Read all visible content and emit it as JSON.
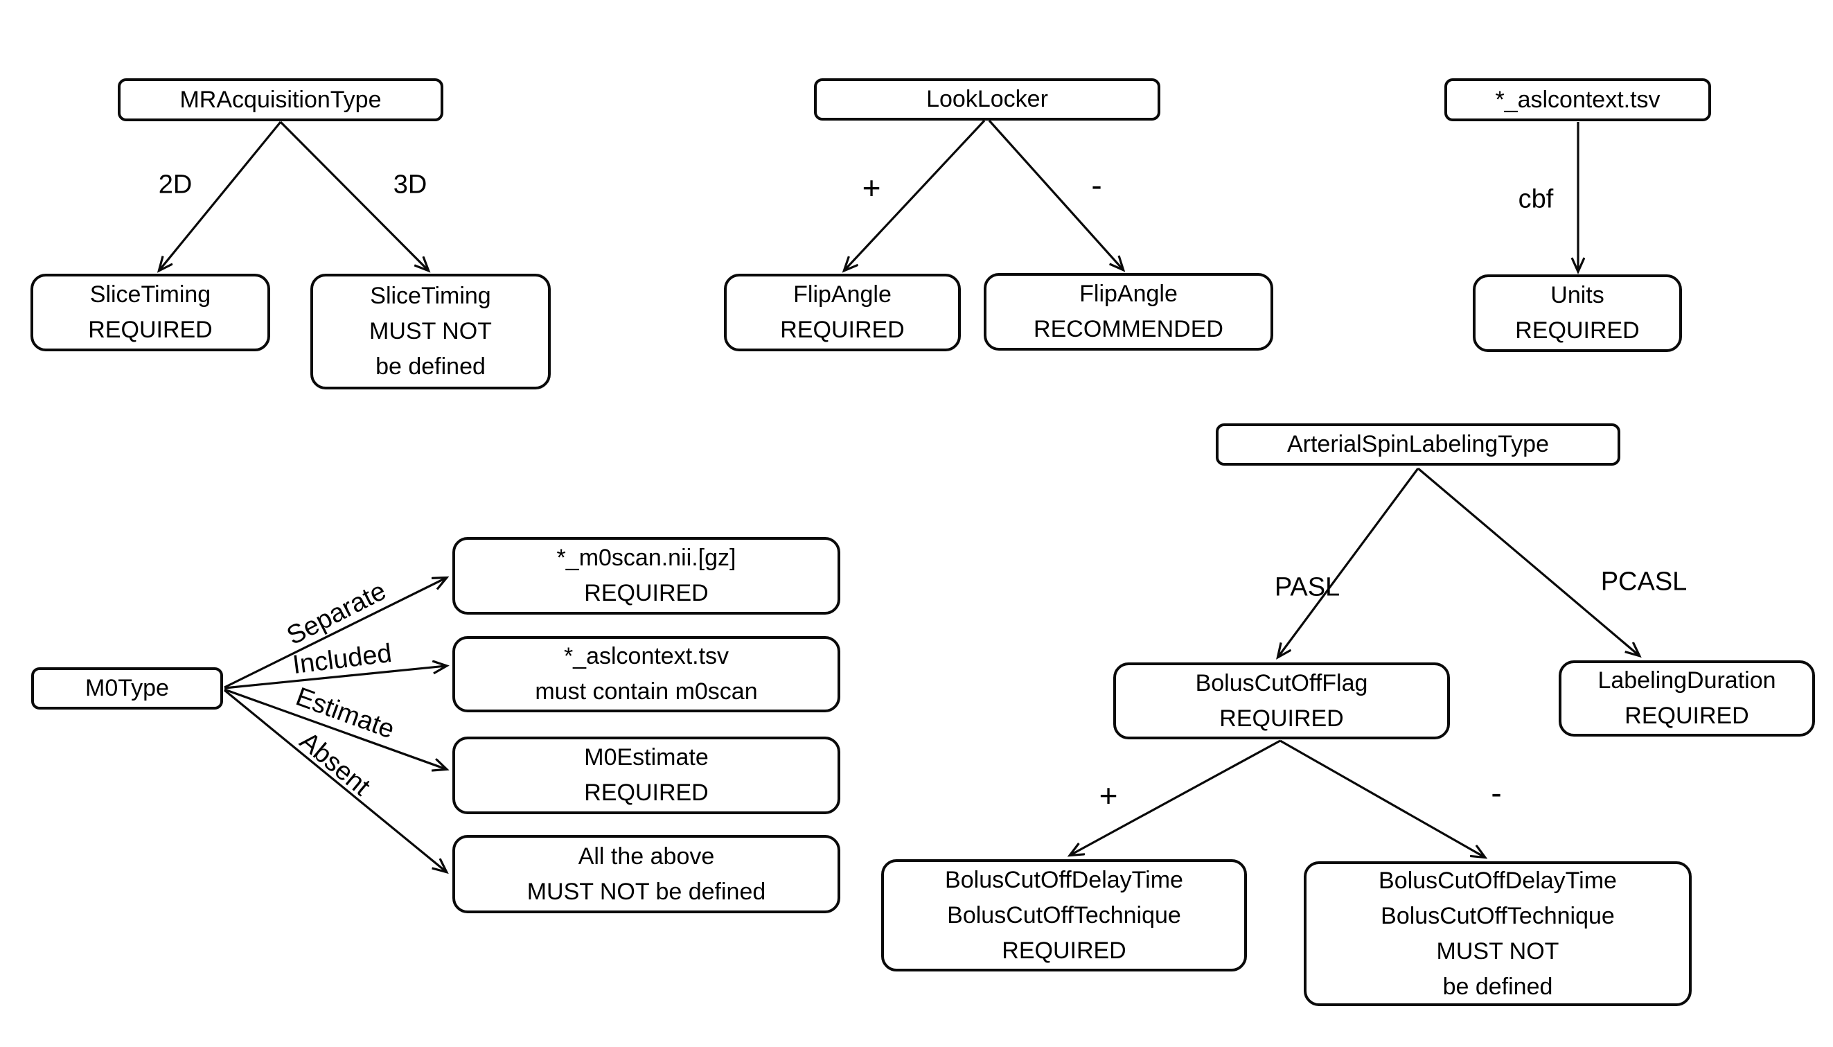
{
  "colors": {
    "background": "#ffffff",
    "line": "#0a0a0a",
    "text": "#000000"
  },
  "tree_mracquisition": {
    "root_label": "MRAcquisitionType",
    "edge_left": "2D",
    "edge_right": "3D",
    "leaf_left": {
      "line1": "SliceTiming",
      "line2": "REQUIRED"
    },
    "leaf_right": {
      "line1": "SliceTiming",
      "line2": "MUST NOT",
      "line3": "be defined"
    }
  },
  "tree_looklocker": {
    "root_label": "LookLocker",
    "edge_left": "+",
    "edge_right": "-",
    "leaf_left": {
      "line1": "FlipAngle",
      "line2": "REQUIRED"
    },
    "leaf_right": {
      "line1": "FlipAngle",
      "line2": "RECOMMENDED"
    }
  },
  "tree_aslcontext": {
    "root_label": "*_aslcontext.tsv",
    "edge_label": "cbf",
    "leaf": {
      "line1": "Units",
      "line2": "REQUIRED"
    }
  },
  "tree_m0type": {
    "root_label": "M0Type",
    "edge_separate": "Separate",
    "edge_included": "Included",
    "edge_estimate": "Estimate",
    "edge_absent": "Absent",
    "leaf_separate": {
      "line1": "*_m0scan.nii.[gz]",
      "line2": "REQUIRED"
    },
    "leaf_included": {
      "line1": "*_aslcontext.tsv",
      "line2": "must contain m0scan"
    },
    "leaf_estimate": {
      "line1": "M0Estimate",
      "line2": "REQUIRED"
    },
    "leaf_absent": {
      "line1": "All the above",
      "line2": "MUST NOT be defined"
    }
  },
  "tree_asltype": {
    "root_label": "ArterialSpinLabelingType",
    "edge_left": "PASL",
    "edge_right": "PCASL",
    "mid_left": {
      "line1": "BolusCutOffFlag",
      "line2": "REQUIRED"
    },
    "mid_right": {
      "line1": "LabelingDuration",
      "line2": "REQUIRED"
    },
    "edge_plus": "+",
    "edge_minus": "-",
    "leaf_plus": {
      "line1": "BolusCutOffDelayTime",
      "line2": "BolusCutOffTechnique",
      "line3": "REQUIRED"
    },
    "leaf_minus": {
      "line1": "BolusCutOffDelayTime",
      "line2": "BolusCutOffTechnique",
      "line3": "MUST NOT",
      "line4": "be defined"
    }
  }
}
